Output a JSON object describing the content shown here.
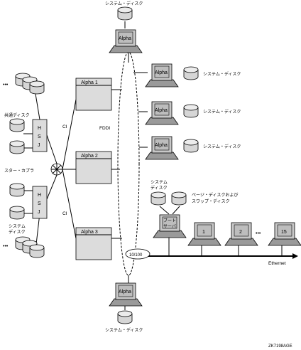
{
  "labels": {
    "system_disk": "システム・ディスク",
    "system_disk_line1": "システム",
    "system_disk_line2": "ディスク",
    "shared_disk": "共通ディスク",
    "star_coupler": "スター・カプラ",
    "page_swap_line1": "ページ・ディスクおよび",
    "page_swap_line2": "スワップ・ディスク",
    "ci": "CI",
    "fddi": "FDDI",
    "hsj_h": "H",
    "hsj_s": "S",
    "hsj_j": "J",
    "ethernet": "Ethernet",
    "speed": "10/100",
    "figure_id": "ZK7198AGE",
    "ellipsis": "•••",
    "boot_line1": "ブート",
    "boot_line2": "サーバ"
  },
  "nodes": {
    "alpha1": "Alpha 1",
    "alpha2": "Alpha 2",
    "alpha3": "Alpha 3",
    "alpha_ws": "Alpha"
  },
  "satellites": [
    "1",
    "2",
    "15"
  ]
}
